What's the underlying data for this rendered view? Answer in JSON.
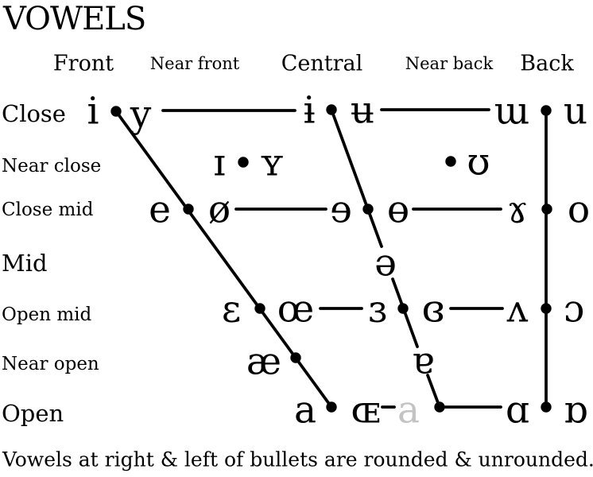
{
  "title": "VOWELS",
  "caption": "Vowels at right & left of bullets are rounded & unrounded.",
  "colors": {
    "ink": "#000000",
    "muted": "#c3c3c3",
    "background": "#ffffff"
  },
  "columns": [
    {
      "label": "Front",
      "emphasis": "large"
    },
    {
      "label": "Near front",
      "emphasis": "small"
    },
    {
      "label": "Central",
      "emphasis": "large"
    },
    {
      "label": "Near back",
      "emphasis": "small"
    },
    {
      "label": "Back",
      "emphasis": "large"
    }
  ],
  "rows": [
    {
      "label": "Close",
      "emphasis": "large"
    },
    {
      "label": "Near close",
      "emphasis": "small"
    },
    {
      "label": "Close mid",
      "emphasis": "small"
    },
    {
      "label": "Mid",
      "emphasis": "large"
    },
    {
      "label": "Open mid",
      "emphasis": "small"
    },
    {
      "label": "Near open",
      "emphasis": "small"
    },
    {
      "label": "Open",
      "emphasis": "large"
    }
  ],
  "vowels": [
    {
      "glyph": "i",
      "name": "close front unrounded",
      "height": "Close",
      "backness": "front",
      "rounded": false,
      "muted": false
    },
    {
      "glyph": "y",
      "name": "close front rounded",
      "height": "Close",
      "backness": "front",
      "rounded": true,
      "muted": false
    },
    {
      "glyph": "ɨ",
      "name": "close central unrounded",
      "height": "Close",
      "backness": "central",
      "rounded": false,
      "muted": false
    },
    {
      "glyph": "ʉ",
      "name": "close central rounded",
      "height": "Close",
      "backness": "central",
      "rounded": true,
      "muted": false
    },
    {
      "glyph": "ɯ",
      "name": "close back unrounded",
      "height": "Close",
      "backness": "back",
      "rounded": false,
      "muted": false
    },
    {
      "glyph": "u",
      "name": "close back rounded",
      "height": "Close",
      "backness": "back",
      "rounded": true,
      "muted": false
    },
    {
      "glyph": "ɪ",
      "name": "near-close near-front unrounded",
      "height": "Near close",
      "backness": "near front",
      "rounded": false,
      "muted": false
    },
    {
      "glyph": "ʏ",
      "name": "near-close near-front rounded",
      "height": "Near close",
      "backness": "near front",
      "rounded": true,
      "muted": false
    },
    {
      "glyph": "ʊ",
      "name": "near-close near-back rounded",
      "height": "Near close",
      "backness": "near back",
      "rounded": true,
      "muted": false
    },
    {
      "glyph": "e",
      "name": "close-mid front unrounded",
      "height": "Close mid",
      "backness": "front",
      "rounded": false,
      "muted": false
    },
    {
      "glyph": "ø",
      "name": "close-mid front rounded",
      "height": "Close mid",
      "backness": "front",
      "rounded": true,
      "muted": false
    },
    {
      "glyph": "ɘ",
      "name": "close-mid central unrounded",
      "height": "Close mid",
      "backness": "central",
      "rounded": false,
      "muted": false
    },
    {
      "glyph": "ɵ",
      "name": "close-mid central rounded",
      "height": "Close mid",
      "backness": "central",
      "rounded": true,
      "muted": false
    },
    {
      "glyph": "ɤ",
      "name": "close-mid back unrounded",
      "height": "Close mid",
      "backness": "back",
      "rounded": false,
      "muted": false
    },
    {
      "glyph": "o",
      "name": "close-mid back rounded",
      "height": "Close mid",
      "backness": "back",
      "rounded": true,
      "muted": false
    },
    {
      "glyph": "ə",
      "name": "mid central schwa",
      "height": "Mid",
      "backness": "central",
      "rounded": null,
      "muted": false
    },
    {
      "glyph": "ɛ",
      "name": "open-mid front unrounded",
      "height": "Open mid",
      "backness": "front",
      "rounded": false,
      "muted": false
    },
    {
      "glyph": "œ",
      "name": "open-mid front rounded",
      "height": "Open mid",
      "backness": "front",
      "rounded": true,
      "muted": false
    },
    {
      "glyph": "ɜ",
      "name": "open-mid central unrounded",
      "height": "Open mid",
      "backness": "central",
      "rounded": false,
      "muted": false
    },
    {
      "glyph": "ɞ",
      "name": "open-mid central rounded",
      "height": "Open mid",
      "backness": "central",
      "rounded": true,
      "muted": false
    },
    {
      "glyph": "ʌ",
      "name": "open-mid back unrounded",
      "height": "Open mid",
      "backness": "back",
      "rounded": false,
      "muted": false
    },
    {
      "glyph": "ɔ",
      "name": "open-mid back rounded",
      "height": "Open mid",
      "backness": "back",
      "rounded": true,
      "muted": false
    },
    {
      "glyph": "æ",
      "name": "near-open front unrounded",
      "height": "Near open",
      "backness": "front",
      "rounded": false,
      "muted": false
    },
    {
      "glyph": "ɐ",
      "name": "near-open central",
      "height": "Near open",
      "backness": "central",
      "rounded": null,
      "muted": false
    },
    {
      "glyph": "a",
      "name": "open front unrounded",
      "height": "Open",
      "backness": "front",
      "rounded": false,
      "muted": false
    },
    {
      "glyph": "ɶ",
      "name": "open front rounded",
      "height": "Open",
      "backness": "front",
      "rounded": true,
      "muted": false
    },
    {
      "glyph": "a",
      "name": "open central (variant, gray)",
      "height": "Open",
      "backness": "central",
      "rounded": false,
      "muted": true
    },
    {
      "glyph": "ɑ",
      "name": "open back unrounded",
      "height": "Open",
      "backness": "back",
      "rounded": false,
      "muted": false
    },
    {
      "glyph": "ɒ",
      "name": "open back rounded",
      "height": "Open",
      "backness": "back",
      "rounded": true,
      "muted": false
    }
  ]
}
